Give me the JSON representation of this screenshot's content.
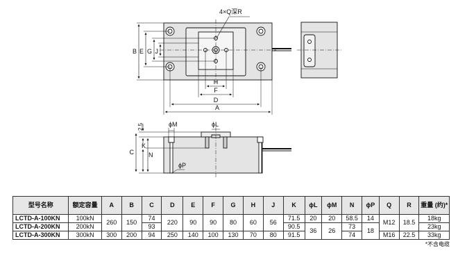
{
  "drawing": {
    "hole_callout": "4×Q深R",
    "dims_top": {
      "B": "B",
      "E": "E",
      "G": "G",
      "J": "J",
      "H": "H",
      "F": "F",
      "D": "D",
      "A": "A"
    },
    "dims_front": {
      "M": "ϕM",
      "L": "ϕL",
      "P": "ϕP",
      "C": "C",
      "K": "K",
      "N": "N",
      "gap": "2.5"
    }
  },
  "table": {
    "headers": [
      "型号名称",
      "额定容量",
      "A",
      "B",
      "C",
      "D",
      "E",
      "F",
      "G",
      "H",
      "J",
      "K",
      "ϕL",
      "ϕM",
      "N",
      "ϕP",
      "Q",
      "R",
      "重量 (约)*"
    ],
    "rows": [
      {
        "model": "LCTD-A-100KN",
        "cap": "100kN",
        "A": "260",
        "B": "150",
        "C": "74",
        "D": "220",
        "E": "90",
        "F": "90",
        "G": "80",
        "H": "60",
        "J": "56",
        "K": "71.5",
        "L": "20",
        "M": "20",
        "N": "58.5",
        "P": "14",
        "Q": "M12",
        "R": "18.5",
        "W": "18kg"
      },
      {
        "model": "LCTD-A-200KN",
        "cap": "200kN",
        "C": "93",
        "K": "90.5",
        "L": "36",
        "M": "26",
        "N": "73",
        "P": "18",
        "W": "23kg"
      },
      {
        "model": "LCTD-A-300KN",
        "cap": "300kN",
        "A": "300",
        "B": "200",
        "C": "94",
        "D": "250",
        "E": "140",
        "F": "100",
        "G": "130",
        "H": "70",
        "J": "80",
        "K": "91.5",
        "N": "74",
        "Q": "M16",
        "R": "22.5",
        "W": "33kg"
      }
    ],
    "note": "*不含电缆"
  }
}
